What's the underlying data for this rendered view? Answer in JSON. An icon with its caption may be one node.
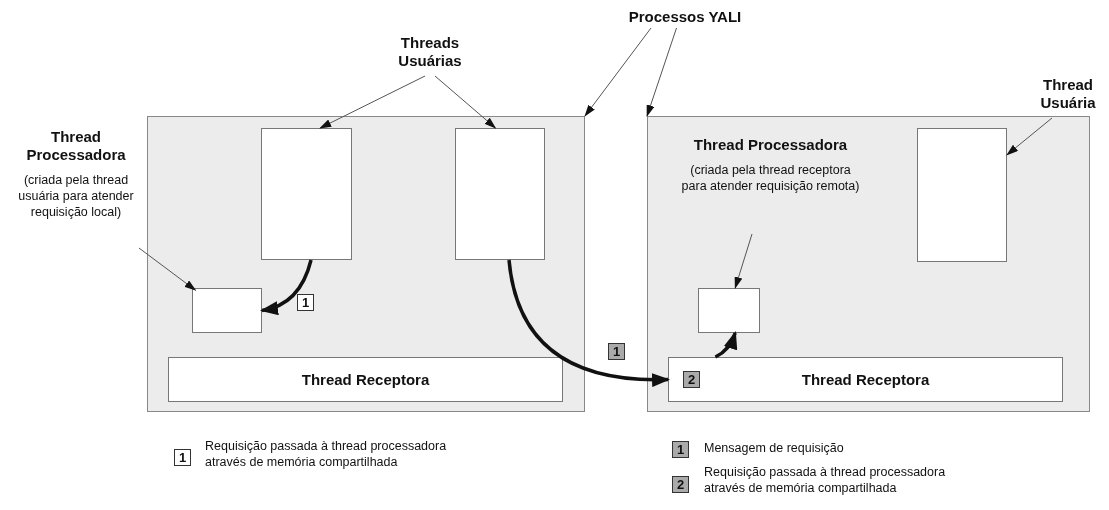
{
  "diagram": {
    "nodes": [
      {
        "text": [
          "Processos YALI"
        ]
      },
      {
        "text": [
          "Threads Usuárias"
        ]
      },
      {
        "text": [
          "Thread Usuária"
        ]
      },
      {
        "text": [],
        "shape": "box"
      },
      {
        "text": [],
        "shape": "box",
        "in": 3
      },
      {
        "text": [],
        "shape": "box",
        "in": 3
      },
      {
        "text": [
          "Thread Processadora",
          "(criada pela thread usuária para atender requisição local)"
        ]
      },
      {
        "text": [],
        "shape": "box",
        "in": 3
      },
      {
        "text": [
          "Thread Receptora"
        ],
        "in": 3
      },
      {
        "text": [],
        "shape": "box"
      },
      {
        "text": [
          "Thread Processadora",
          "(criada pela thread receptora para atender requisição remota)"
        ],
        "in": 9
      },
      {
        "text": [],
        "shape": "box",
        "in": 9
      },
      {
        "text": [],
        "shape": "box",
        "in": 9
      },
      {
        "text": [
          "Thread Receptora"
        ],
        "in": 9
      }
    ],
    "edges": [
      {
        "from": 1,
        "to": 4,
        "arrow": "to"
      },
      {
        "from": 1,
        "to": 5,
        "arrow": "to"
      },
      {
        "from": 0,
        "to": 3,
        "arrow": "to"
      },
      {
        "from": 0,
        "to": 9,
        "arrow": "to"
      },
      {
        "from": 2,
        "to": 11,
        "arrow": "to"
      },
      {
        "from": 6,
        "to": 7,
        "arrow": "to"
      },
      {
        "from": 10,
        "to": 12,
        "arrow": "to"
      },
      {
        "from": 4,
        "to": 7,
        "arrow": "to",
        "style": "thick"
      },
      {
        "from": 5,
        "to": 13,
        "arrow": "to",
        "style": "thick"
      },
      {
        "from": 13,
        "to": 12,
        "arrow": "to",
        "style": "thick"
      }
    ],
    "labels": [
      "1",
      "1",
      "2",
      "1",
      "Requisição passada à thread processadora através de memória compartilhada",
      "1",
      "Mensagem de requisição",
      "2",
      "Requisição passada à thread processadora através de memória compartilhada"
    ]
  }
}
